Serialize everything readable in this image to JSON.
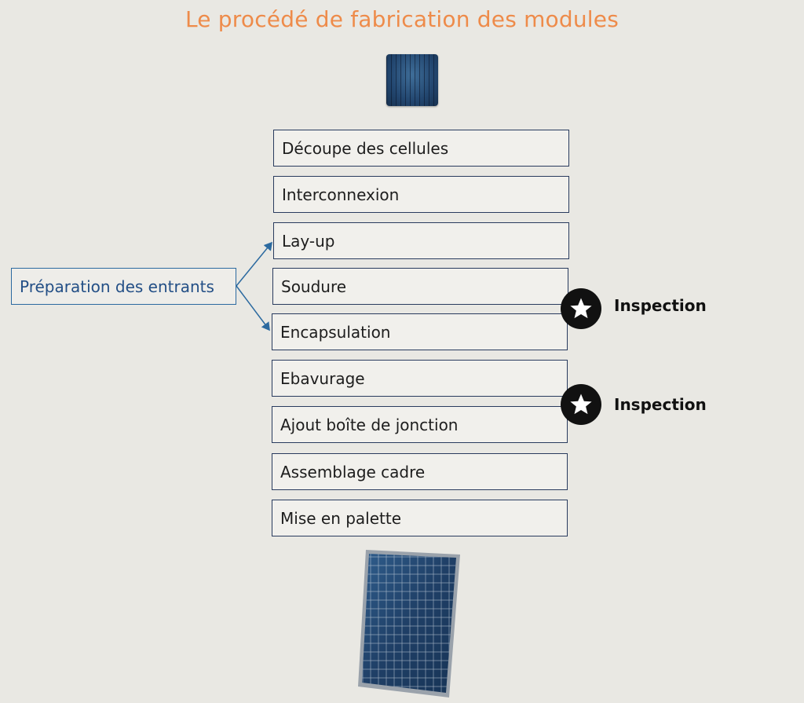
{
  "title": "Le procédé de fabrication des modules",
  "input_box": "Préparation des entrants",
  "steps": [
    "Découpe des cellules",
    "Interconnexion",
    "Lay-up",
    "Soudure",
    "Encapsulation",
    "Ebavurage",
    "Ajout boîte de jonction",
    "Assemblage cadre",
    "Mise en palette"
  ],
  "inspections": [
    {
      "label": "Inspection",
      "icon": "star-icon"
    },
    {
      "label": "Inspection",
      "icon": "star-icon"
    }
  ],
  "colors": {
    "title": "#ee8b4a",
    "step_border": "#293b5e",
    "input_border": "#2c6aa0",
    "background": "#e9e8e3"
  }
}
